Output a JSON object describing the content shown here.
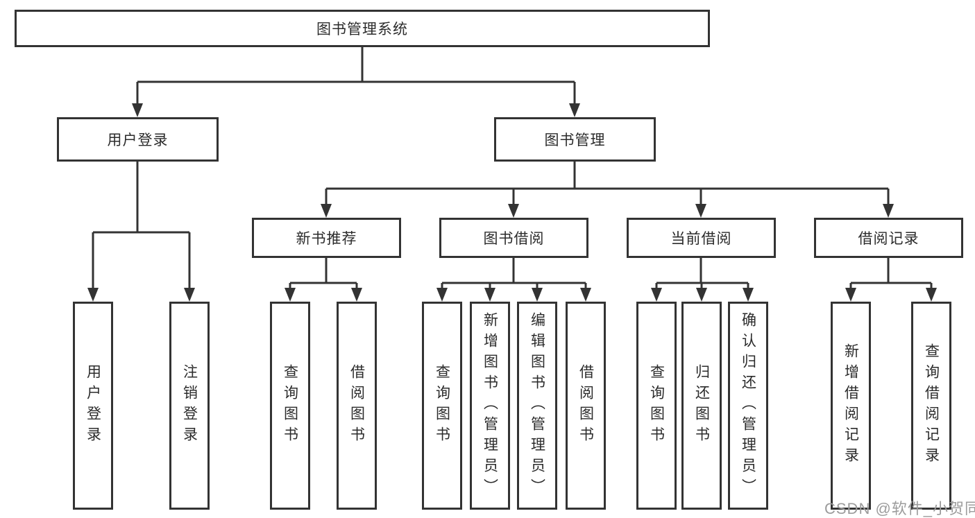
{
  "diagram": {
    "title": "图书管理系统",
    "level1": {
      "user_login": "用户登录",
      "book_mgmt": "图书管理"
    },
    "level2": {
      "new_books": "新书推荐",
      "borrow": "图书借阅",
      "current": "当前借阅",
      "records": "借阅记录"
    },
    "leaves": {
      "user_login_1": "用户登录",
      "user_login_2": "注销登录",
      "new_books_1": "查询图书",
      "new_books_2": "借阅图书",
      "borrow_1": "查询图书",
      "borrow_2": "新增图书（管理员）",
      "borrow_3": "编辑图书（管理员）",
      "borrow_4": "借阅图书",
      "current_1": "查询图书",
      "current_2": "归还图书",
      "current_3": "确认归还（管理员）",
      "records_1": "新增借阅记录",
      "records_2": "查询借阅记录"
    }
  },
  "watermark": "CSDN @软件_小贺同学",
  "colors": {
    "line": "#333333",
    "text": "#2b2b2b",
    "watermark": "#9c9c9c",
    "background": "#ffffff"
  }
}
